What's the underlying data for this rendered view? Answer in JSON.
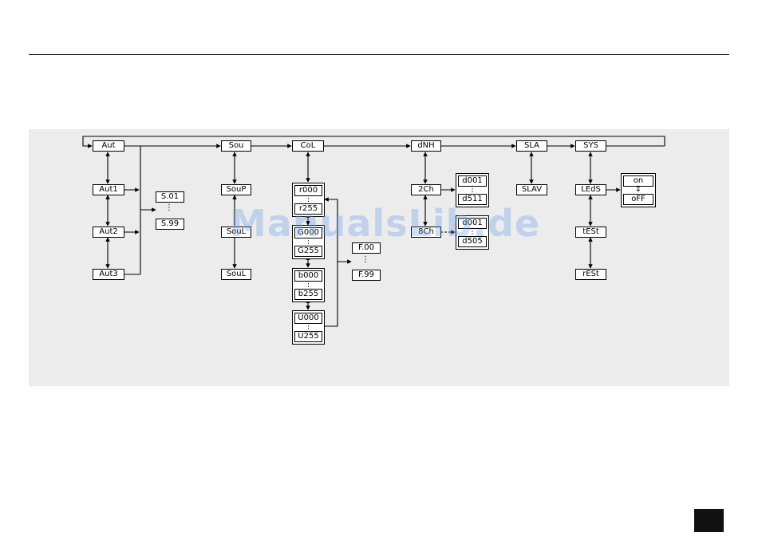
{
  "menu": {
    "top": [
      "Aut",
      "Sou",
      "CoL",
      "dNH",
      "SLA",
      "SYS"
    ],
    "aut": {
      "items": [
        "Aut1",
        "Aut2",
        "Aut3"
      ],
      "speed": {
        "first": "S.01",
        "last": "S.99",
        "dots": "⋮"
      }
    },
    "sou": {
      "items": [
        "SouP",
        "SouL",
        "SouL"
      ]
    },
    "col": {
      "groups": [
        {
          "first": "r000",
          "last": "r255"
        },
        {
          "first": "G000",
          "last": "G255"
        },
        {
          "first": "b000",
          "last": "b255"
        },
        {
          "first": "U000",
          "last": "U255"
        }
      ],
      "fade": {
        "first": "F.00",
        "last": "F.99",
        "dots": "⋮"
      }
    },
    "dmx": {
      "modes": [
        "2Ch",
        "8Ch"
      ],
      "ranges": [
        {
          "first": "d001",
          "last": "d511"
        },
        {
          "first": "d001",
          "last": "d505"
        }
      ]
    },
    "sla": {
      "items": [
        "SLAV"
      ]
    },
    "sys": {
      "items": [
        "LEdS",
        "tESt",
        "rESt"
      ],
      "leds": {
        "first": "on",
        "last": "oFF",
        "arrow": "↕"
      }
    }
  },
  "watermark": "ManualsLib.de",
  "dots": "⋮"
}
